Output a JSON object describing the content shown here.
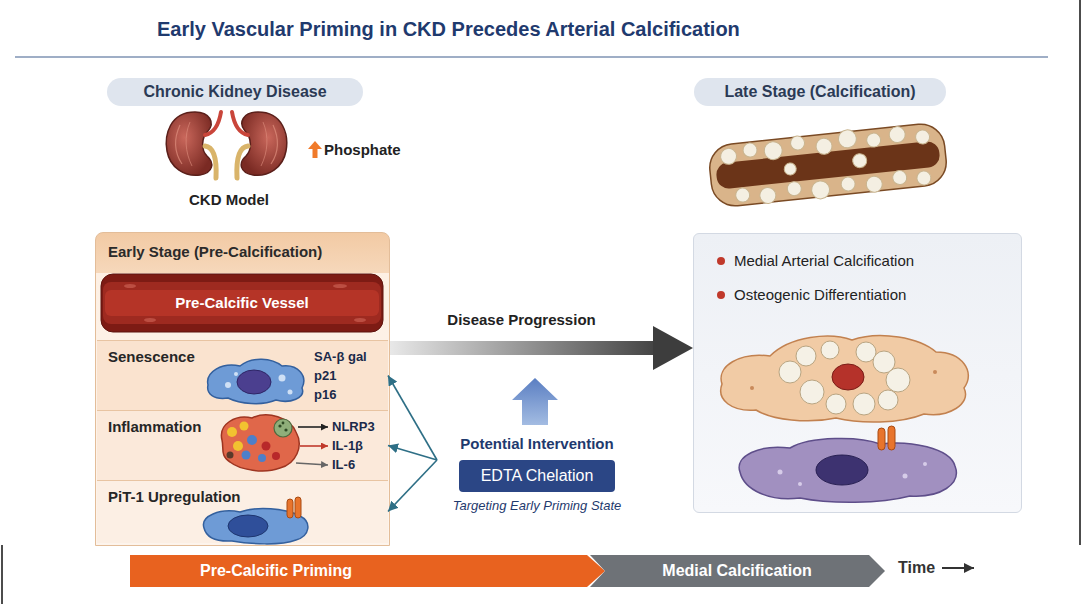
{
  "diagram": {
    "title": "Early Vascular Priming in CKD Precedes Arterial Calcification",
    "nodes": [
      {
        "text": [
          "Chronic Kidney Disease"
        ]
      },
      {
        "text": [
          "Early Stage (Pre-Calcification)"
        ]
      },
      {
        "text": [
          "Pre-Calcific Vessel"
        ],
        "in": 1
      },
      {
        "text": [
          "Senescence",
          "SA-β gal",
          "p21",
          "p16"
        ],
        "in": 1
      },
      {
        "text": [
          "Inflammation",
          "NLRP3",
          "IL-1β",
          "IL-6"
        ],
        "in": 1
      },
      {
        "text": [
          "PiT-1 Upregulation"
        ],
        "in": 1
      },
      {
        "text": [
          "Potential Intervention",
          "EDTA Chelation",
          "Targeting Early Priming State"
        ]
      },
      {
        "text": [
          "Late Stage (Calcification)"
        ]
      },
      {
        "text": [
          "Medial Arterial Calcification",
          "Osteogenic Differentiation"
        ]
      },
      {
        "text": [
          "Pre-Calcific Priming"
        ]
      },
      {
        "text": [
          "Medial Calcification"
        ]
      }
    ],
    "edges": [
      {
        "from": 1,
        "to": 8,
        "arrow": "to",
        "label": "Disease Progression"
      },
      {
        "from": 6,
        "to": 3,
        "arrow": "to"
      },
      {
        "from": 6,
        "to": 4,
        "arrow": "to"
      },
      {
        "from": 6,
        "to": 5,
        "arrow": "to"
      }
    ],
    "labels": [
      "Phosphate",
      "CKD Model",
      "Time"
    ]
  }
}
